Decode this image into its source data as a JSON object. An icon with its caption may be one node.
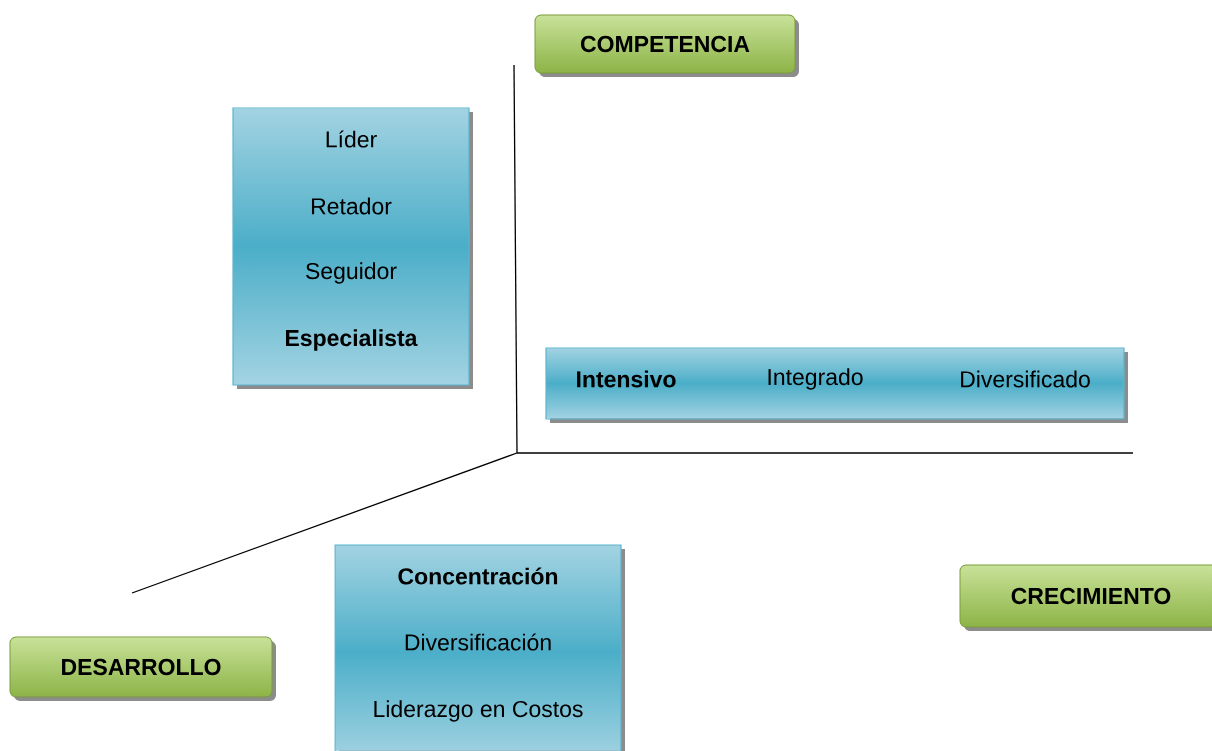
{
  "diagram": {
    "nodes": [
      {
        "text": [
          "COMPETENCIA"
        ]
      },
      {
        "text": [
          "Líder",
          "Retador",
          "Seguidor",
          "**Especialista**"
        ]
      },
      {
        "text": [
          "**Intensivo**",
          "Integrado",
          "Diversificado"
        ]
      },
      {
        "text": [
          "**Concentración**",
          "Diversificación",
          "Liderazgo en Costos"
        ]
      },
      {
        "text": [
          "CRECIMIENTO"
        ]
      },
      {
        "text": [
          "DESARROLLO"
        ]
      }
    ]
  }
}
